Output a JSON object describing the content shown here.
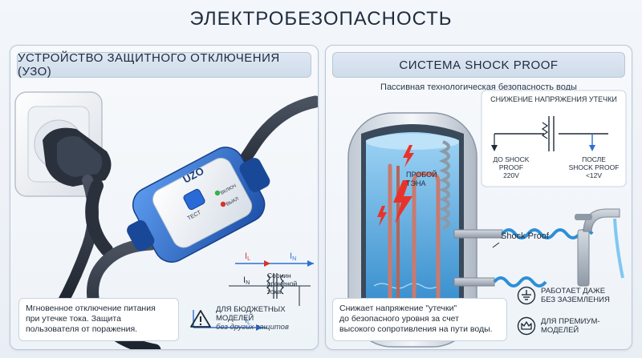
{
  "page": {
    "title": "ЭЛЕКТРОБЕЗОПАСНОСТЬ"
  },
  "left_panel": {
    "title": "УСТРОЙСТВО ЗАЩИТНОГО ОТКЛЮЧЕНИЯ (УЗО)",
    "device": {
      "brand": "UZO",
      "test_label": "ТЕСТ",
      "status_on": "ВКЛЮЧ",
      "status_off": "ВЫКЛ"
    },
    "circuit": {
      "il_top": "I",
      "il_top_sub": "L",
      "in_top": "I",
      "in_top_sub": "N",
      "in_mid": "I",
      "in_mid_sub": "N",
      "il_bottom": "I",
      "il_bottom_sub": "L",
      "caption_lines": [
        "Сорнин",
        "сроненой",
        "тока"
      ]
    },
    "description_lines": [
      "Мгновенное отключение питания",
      "при утечке тока. Защита",
      "пользователя от поражения."
    ],
    "badge_lines": [
      "ДЛЯ БЮДЖЕТНЫХ",
      "МОДЕЛЕЙ"
    ],
    "badge_subline": "без других защитов",
    "colors": {
      "accent_blue": "#2f6fd1",
      "accent_red": "#d6332b"
    }
  },
  "right_panel": {
    "title": "СИСТЕМА SHOCK PROOF",
    "subtitle": "Пассивная технологическая безопасность воды",
    "voltage_box": {
      "title": "СНИЖЕНИЕ НАПРЯЖЕНИЯ УТЕЧКИ",
      "before_lines": [
        "ДО SHOCK",
        "PROOF",
        "220V"
      ],
      "after_lines": [
        "ПОСЛЕ",
        "SHOCK PROOF",
        "<12V"
      ]
    },
    "heater_label_lines": [
      "ПРОБОЙ",
      "ТЭНА"
    ],
    "shock_proof_label": "Shock Proof",
    "description_lines": [
      "Снижает напряжение \"утечки\"",
      "до безопасного уровня за счет",
      "высокого сопротивления на пути воды."
    ],
    "features": [
      {
        "icon": "ground-icon",
        "lines": [
          "РАБОТАЕТ ДАЖЕ",
          "БЕЗ ЗАЗЕМЛЕНИЯ"
        ]
      },
      {
        "icon": "crown-icon",
        "lines": [
          "ДЛЯ ПРЕМИУМ-",
          "МОДЕЛЕЙ"
        ]
      }
    ]
  }
}
